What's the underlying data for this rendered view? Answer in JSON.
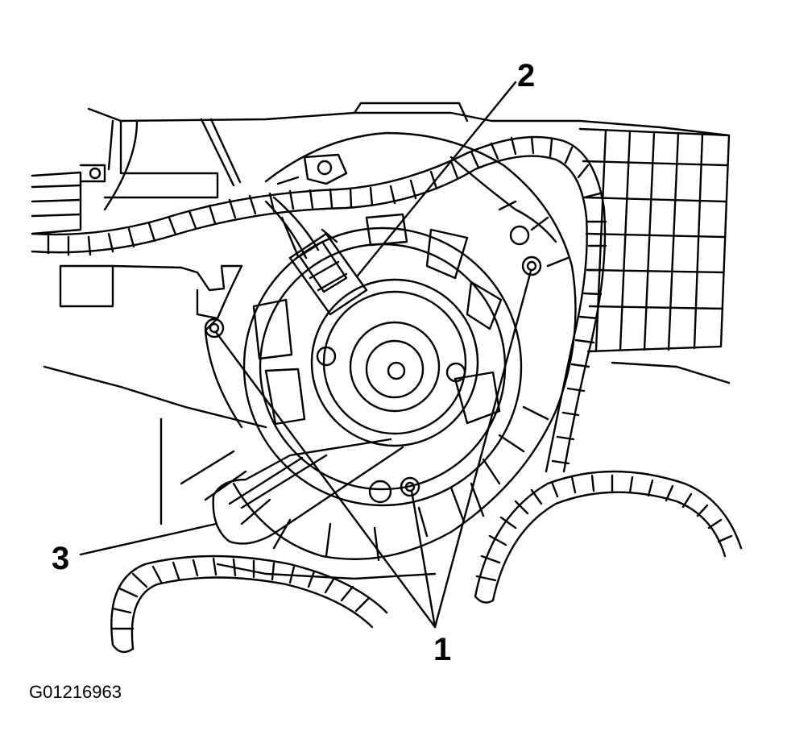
{
  "callouts": {
    "one": "1",
    "two": "2",
    "three": "3"
  },
  "figure_id": "G01216963",
  "colors": {
    "line": "#000000",
    "background": "#ffffff"
  }
}
